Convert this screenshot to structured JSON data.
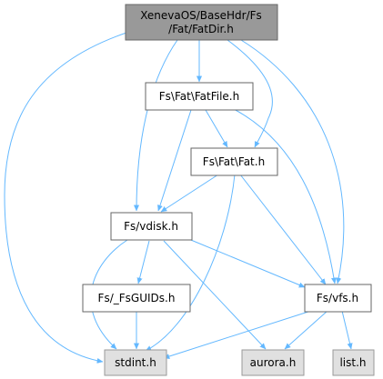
{
  "colors": {
    "edge": "#63b8ff",
    "node_border": "#666666",
    "node_fill": "#ffffff",
    "root_fill": "#999999",
    "root_border": "#666666",
    "external_fill": "#e0e0e0",
    "external_border": "#999999"
  },
  "nodes": {
    "root": {
      "line1": "XenevaOS/BaseHdr/Fs",
      "line2": "/Fat/FatDir.h"
    },
    "fatfile": {
      "label": "Fs\\Fat\\FatFile.h"
    },
    "fat": {
      "label": "Fs\\Fat\\Fat.h"
    },
    "vdisk": {
      "label": "Fs/vdisk.h"
    },
    "fsguids": {
      "label": "Fs/_FsGUIDs.h"
    },
    "vfs": {
      "label": "Fs/vfs.h"
    },
    "stdint": {
      "label": "stdint.h"
    },
    "aurora": {
      "label": "aurora.h"
    },
    "list": {
      "label": "list.h"
    }
  },
  "edges": [
    {
      "from": "root",
      "to": "stdint"
    },
    {
      "from": "root",
      "to": "vdisk"
    },
    {
      "from": "root",
      "to": "fatfile"
    },
    {
      "from": "root",
      "to": "fat"
    },
    {
      "from": "root",
      "to": "vfs"
    },
    {
      "from": "fatfile",
      "to": "vdisk"
    },
    {
      "from": "fatfile",
      "to": "fat"
    },
    {
      "from": "fatfile",
      "to": "vfs"
    },
    {
      "from": "fat",
      "to": "vdisk"
    },
    {
      "from": "fat",
      "to": "stdint"
    },
    {
      "from": "fat",
      "to": "vfs"
    },
    {
      "from": "vdisk",
      "to": "stdint"
    },
    {
      "from": "vdisk",
      "to": "fsguids"
    },
    {
      "from": "vdisk",
      "to": "aurora"
    },
    {
      "from": "vdisk",
      "to": "vfs"
    },
    {
      "from": "fsguids",
      "to": "stdint"
    },
    {
      "from": "vfs",
      "to": "stdint"
    },
    {
      "from": "vfs",
      "to": "aurora"
    },
    {
      "from": "vfs",
      "to": "list"
    }
  ]
}
